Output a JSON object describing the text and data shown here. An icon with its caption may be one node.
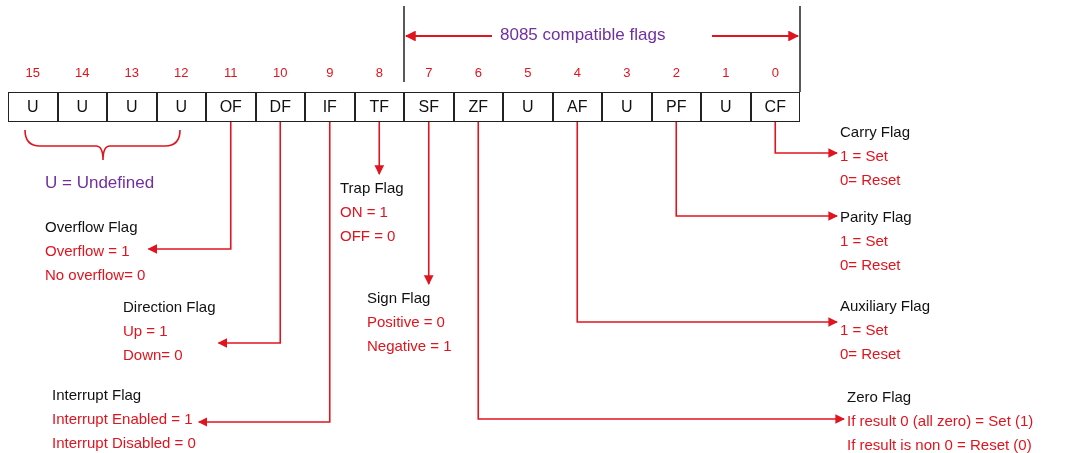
{
  "diagram": {
    "nodes": [
      {
        "text": [
          "U"
        ],
        "beside": [
          "15"
        ]
      },
      {
        "text": [
          "U"
        ],
        "beside": [
          "14"
        ]
      },
      {
        "text": [
          "U"
        ],
        "beside": [
          "13"
        ]
      },
      {
        "text": [
          "U"
        ],
        "beside": [
          "12"
        ]
      },
      {
        "text": [
          "OF"
        ],
        "beside": [
          "11"
        ]
      },
      {
        "text": [
          "DF"
        ],
        "beside": [
          "10"
        ]
      },
      {
        "text": [
          "IF"
        ],
        "beside": [
          "9"
        ]
      },
      {
        "text": [
          "TF"
        ],
        "beside": [
          "8"
        ]
      },
      {
        "text": [
          "SF"
        ],
        "beside": [
          "7"
        ]
      },
      {
        "text": [
          "ZF"
        ],
        "beside": [
          "6"
        ]
      },
      {
        "text": [
          "U"
        ],
        "beside": [
          "5"
        ]
      },
      {
        "text": [
          "AF"
        ],
        "beside": [
          "4"
        ]
      },
      {
        "text": [
          "U"
        ],
        "beside": [
          "3"
        ]
      },
      {
        "text": [
          "PF"
        ],
        "beside": [
          "2"
        ]
      },
      {
        "text": [
          "U"
        ],
        "beside": [
          "1"
        ]
      },
      {
        "text": [
          "CF"
        ],
        "beside": [
          "0"
        ]
      },
      {
        "text": [
          "Carry Flag",
          "1 = Set",
          "0= Reset"
        ]
      },
      {
        "text": [
          "Trap Flag",
          "ON = 1",
          "OFF = 0"
        ]
      },
      {
        "text": [
          "Overflow Flag",
          "Overflow = 1",
          "No overflow= 0"
        ]
      },
      {
        "text": [
          "Parity Flag",
          "1 = Set",
          "0= Reset"
        ]
      },
      {
        "text": [
          "Direction Flag",
          "Up = 1",
          "Down= 0"
        ]
      },
      {
        "text": [
          "Sign Flag",
          "Positive = 0",
          "Negative = 1"
        ]
      },
      {
        "text": [
          "Auxiliary Flag",
          "1 = Set",
          "0= Reset"
        ]
      },
      {
        "text": [
          "Interrupt Flag",
          "Interrupt Enabled = 1",
          "Interrupt Disabled = 0"
        ]
      },
      {
        "text": [
          "Zero Flag",
          "If result 0 (all zero) = Set (1)",
          "If result is non 0 = Reset (0)"
        ]
      }
    ],
    "edges": [
      {
        "from": 15,
        "to": 16,
        "arrow": "to"
      },
      {
        "from": 7,
        "to": 17,
        "arrow": "to"
      },
      {
        "from": 4,
        "to": 18,
        "arrow": "to"
      },
      {
        "from": 13,
        "to": 19,
        "arrow": "to"
      },
      {
        "from": 5,
        "to": 20,
        "arrow": "to"
      },
      {
        "from": 8,
        "to": 21,
        "arrow": "to"
      },
      {
        "from": 11,
        "to": 22,
        "arrow": "to"
      },
      {
        "from": 6,
        "to": 23,
        "arrow": "to"
      },
      {
        "from": 9,
        "to": 24,
        "arrow": "to"
      }
    ],
    "labels": [
      "8085 compatible flags",
      "U = Undefined"
    ]
  }
}
